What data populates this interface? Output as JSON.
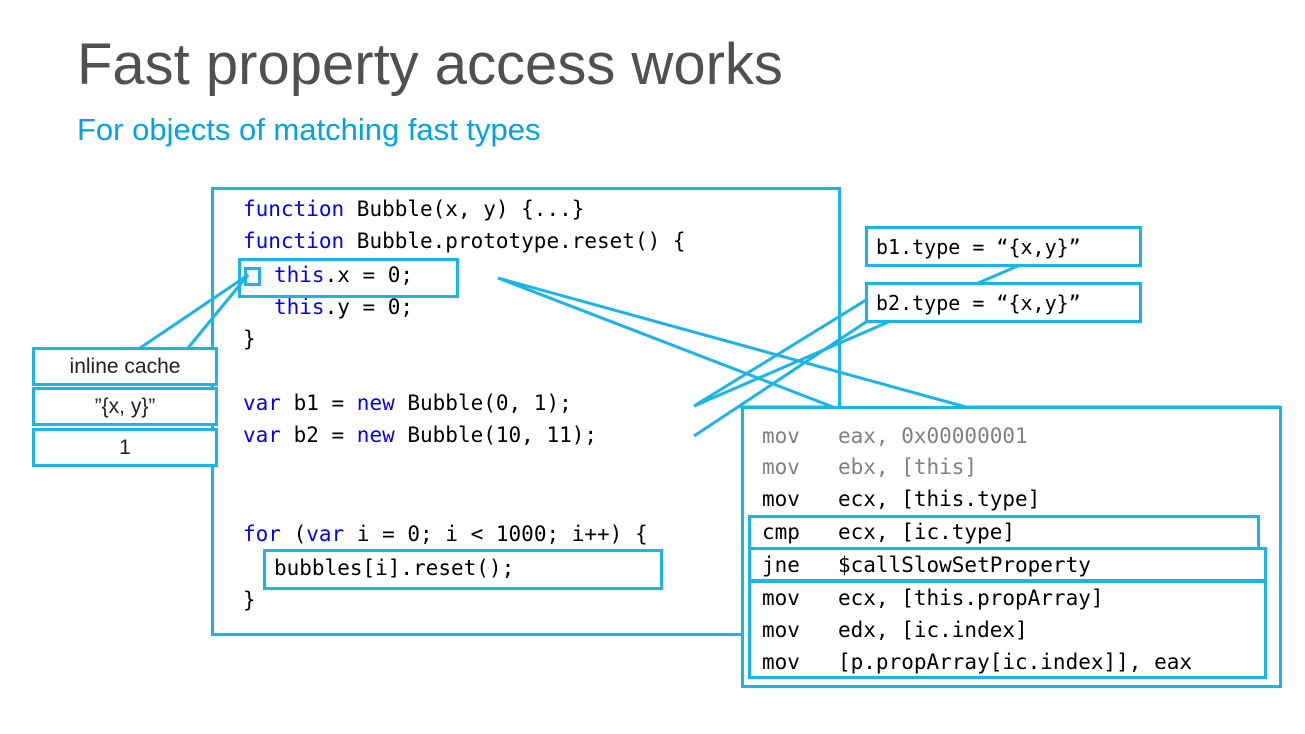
{
  "slide": {
    "title": "Fast property access works",
    "subtitle": "For objects of matching fast types"
  },
  "code": {
    "l1_kw": "function",
    "l1_rest": " Bubble(x, y) {...}",
    "l2_kw": "function",
    "l2_rest": " Bubble.prototype.reset() {",
    "l3_kw": "this",
    "l3_rest": ".x = 0;",
    "l4_kw": "this",
    "l4_rest": ".y = 0;",
    "l5": "}",
    "l6_kw1": "var",
    "l6_mid": " b1 = ",
    "l6_kw2": "new",
    "l6_rest": " Bubble(0, 1);",
    "l7_kw1": "var",
    "l7_mid": " b2 = ",
    "l7_kw2": "new",
    "l7_rest": " Bubble(10, 11);",
    "l8_kw1": "for",
    "l8_mid": " (",
    "l8_kw2": "var",
    "l8_rest": " i = 0; i < 1000; i++) {",
    "l9": "bubbles[i].reset();",
    "l10": "}"
  },
  "inline_cache": {
    "label": "inline cache",
    "type_value": "”{x, y}”",
    "index_value": "1"
  },
  "type_tags": {
    "b1": "b1.type = “{x,y}”",
    "b2": "b2.type = “{x,y}”"
  },
  "asm": [
    {
      "op": "mov",
      "args": "eax, 0x00000001"
    },
    {
      "op": "mov",
      "args": "ebx, [this]"
    },
    {
      "op": "mov",
      "args": "ecx, [this.type]"
    },
    {
      "op": "cmp",
      "args": "ecx, [ic.type]"
    },
    {
      "op": "jne",
      "args": "$callSlowSetProperty"
    },
    {
      "op": "mov",
      "args": "ecx, [this.propArray]"
    },
    {
      "op": "mov",
      "args": "edx, [ic.index]"
    },
    {
      "op": "mov",
      "args": "[p.propArray[ic.index]], eax"
    }
  ],
  "colors": {
    "accent": "#1ab4e8",
    "subtitle": "#00a4e4",
    "title": "#505050",
    "keyword": "#0000ff",
    "dimmed": "#808080"
  }
}
